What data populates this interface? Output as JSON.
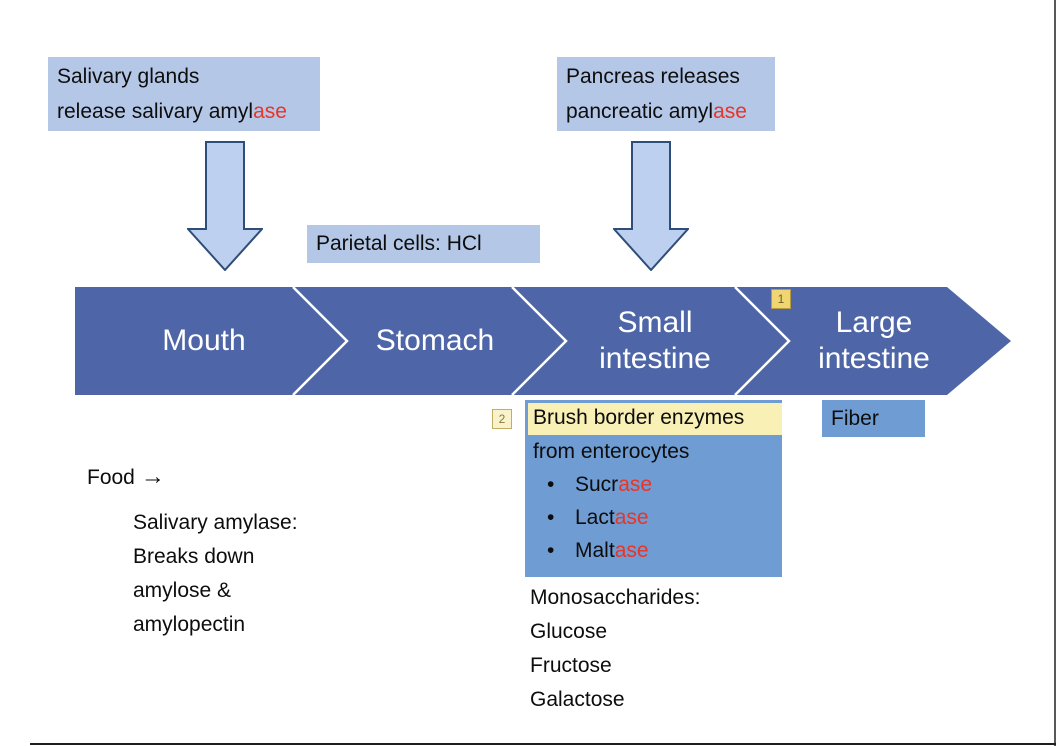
{
  "colors": {
    "light_box_blue": "#b4c7e7",
    "banner_blue": "#4e66a7",
    "medium_box_blue": "#6e9cd3",
    "down_arrow_fill": "#bdd0f0",
    "down_arrow_border": "#2e4d78",
    "highlight_yellow": "#f9f0b5",
    "badge1_fill": "#f0d573",
    "badge1_border": "#b89b3e",
    "badge2_fill": "#faf2cb",
    "badge2_border": "#c2ae62",
    "red_accent": "#e93427",
    "text_black": "#0d0d0d",
    "banner_text_white": "#ffffff",
    "frame_gray": "#58585a",
    "frame_dark": "#1f1f1f"
  },
  "salivary_box": {
    "line1": "Salivary glands",
    "line2_stem": "release salivary amyl",
    "line2_suffix": "ase"
  },
  "pancreas_box": {
    "line1": "Pancreas releases",
    "line2_stem": "pancreatic amyl",
    "line2_suffix": "ase"
  },
  "parietal_box": {
    "text": "Parietal cells: HCl"
  },
  "banner": {
    "segments": [
      {
        "l1": "Mouth",
        "l2": ""
      },
      {
        "l1": "Stomach",
        "l2": ""
      },
      {
        "l1": "Small",
        "l2": "intestine"
      },
      {
        "l1": "Large",
        "l2": "intestine"
      }
    ]
  },
  "badges": {
    "badge1": "1",
    "badge2": "2"
  },
  "brush_box": {
    "highlight_line": "Brush border enzymes",
    "line2": "from enterocytes",
    "bullet_char": "•",
    "bullets": [
      {
        "stem": "Sucr",
        "suffix": "ase"
      },
      {
        "stem": "Lact",
        "suffix": "ase"
      },
      {
        "stem": "Malt",
        "suffix": "ase"
      }
    ]
  },
  "fiber_box": {
    "text": "Fiber"
  },
  "food_label": {
    "text": "Food",
    "arrow": "→"
  },
  "salivary_notes": {
    "lines": [
      "Salivary amylase:",
      "Breaks down",
      "amylose &",
      "amylopectin"
    ]
  },
  "monosaccharides": {
    "lines": [
      "Monosaccharides:",
      "Glucose",
      "Fructose",
      "Galactose"
    ]
  }
}
